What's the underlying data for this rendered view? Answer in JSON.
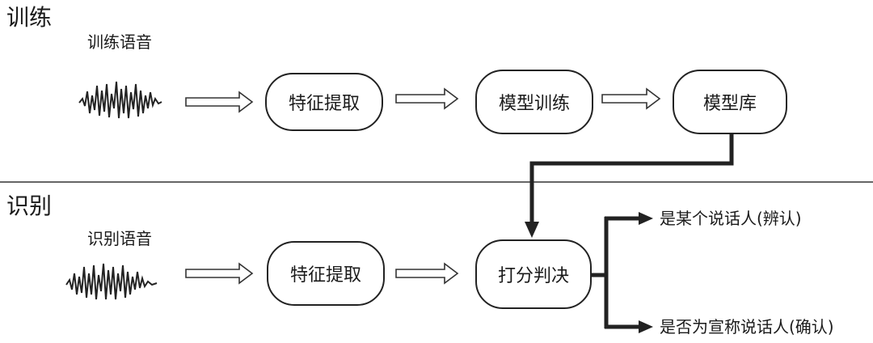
{
  "sections": {
    "training": "训练",
    "recognition": "识别"
  },
  "training": {
    "input_label": "训练语音",
    "feature_extraction": "特征提取",
    "model_training": "模型训练",
    "model_library": "模型库"
  },
  "recognition": {
    "input_label": "识别语音",
    "feature_extraction": "特征提取",
    "scoring": "打分判决",
    "outcome_identification": "是某个说话人(辨认)",
    "outcome_verification": "是否为宣称说话人(确认)"
  },
  "colors": {
    "line": "#222222",
    "arrow_outline": "#333333",
    "divider": "#333333"
  },
  "icons": {
    "speech_waveform": "waveform-icon",
    "hollow_arrow": "hollow-arrow-icon"
  }
}
